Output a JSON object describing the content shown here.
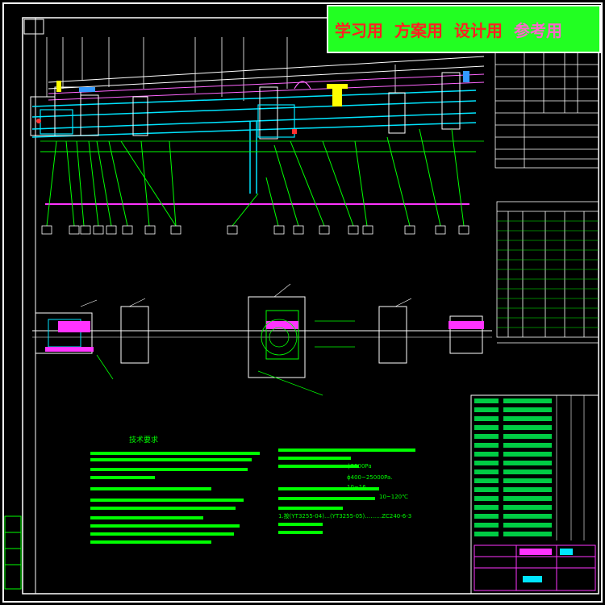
{
  "banner": {
    "items": [
      {
        "text": "学习用",
        "color": "#ff2020"
      },
      {
        "text": "方案用",
        "color": "#ff2020"
      },
      {
        "text": "设计用",
        "color": "#ff2020"
      },
      {
        "text": "参考用",
        "color": "#ff66cc"
      }
    ]
  },
  "drawing": {
    "notes_heading": "技术要求",
    "spec_line_1": "1.按(YT3255-04)…(YT3255-05)………ZC240-6-3",
    "spec_line_2": "ϕ400~25000Pa.",
    "spec_line_3": "ϕ2500Pa",
    "spec_line_4": "10~16",
    "spec_line_5": "10~120℃",
    "colors": {
      "background": "#000000",
      "frame": "#ffffff",
      "lines": "#00ff00",
      "cyan": "#00e5ff",
      "magenta": "#ff33ff",
      "yellow": "#ffff00",
      "blue": "#3399ff",
      "red": "#ff3030"
    }
  }
}
